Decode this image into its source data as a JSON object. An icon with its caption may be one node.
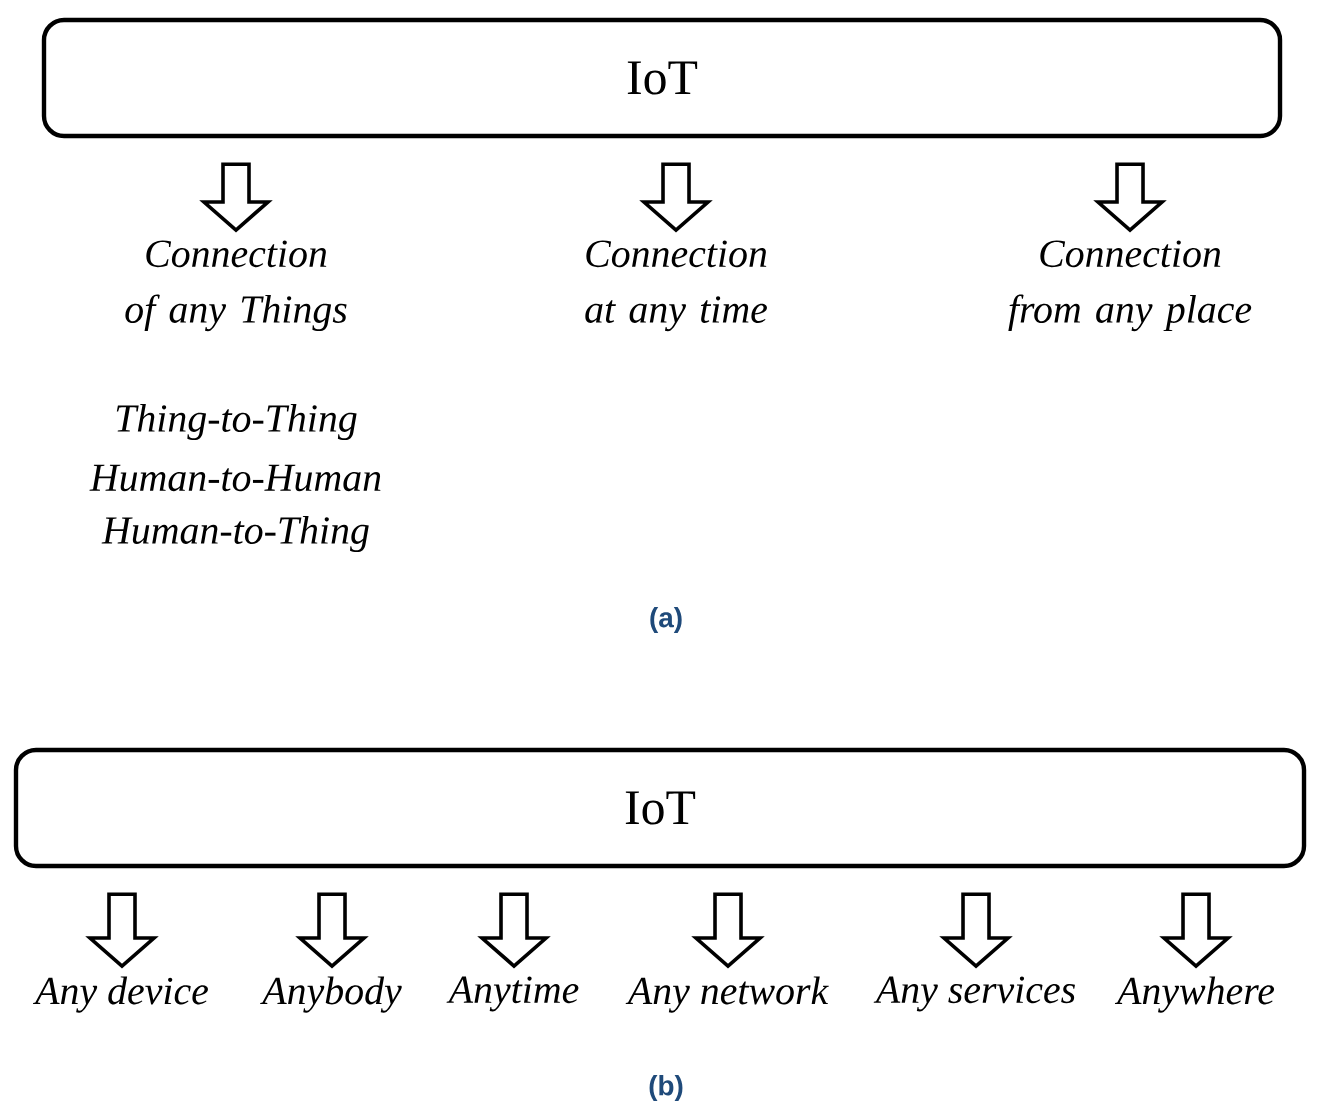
{
  "diagram": {
    "nodes": [
      {
        "text": [
          "IoT"
        ]
      },
      {
        "text": [
          "Connection of any Things"
        ]
      },
      {
        "text": [
          "Connection at any time"
        ]
      },
      {
        "text": [
          "Connection from any place"
        ]
      },
      {
        "text": [
          "IoT"
        ]
      },
      {
        "text": [
          "Any device"
        ]
      },
      {
        "text": [
          "Anybody"
        ]
      },
      {
        "text": [
          "Anytime"
        ]
      },
      {
        "text": [
          "Any network"
        ]
      },
      {
        "text": [
          "Any services"
        ]
      },
      {
        "text": [
          "Anywhere"
        ]
      }
    ],
    "edges": [
      {
        "from": 0,
        "to": 1,
        "arrow": "to"
      },
      {
        "from": 0,
        "to": 2,
        "arrow": "to"
      },
      {
        "from": 0,
        "to": 3,
        "arrow": "to"
      },
      {
        "from": 4,
        "to": 5,
        "arrow": "to"
      },
      {
        "from": 4,
        "to": 6,
        "arrow": "to"
      },
      {
        "from": 4,
        "to": 7,
        "arrow": "to"
      },
      {
        "from": 4,
        "to": 8,
        "arrow": "to"
      },
      {
        "from": 4,
        "to": 9,
        "arrow": "to"
      },
      {
        "from": 4,
        "to": 10,
        "arrow": "to"
      }
    ],
    "labels": [
      "Thing-to-Thing",
      "Human-to-Human",
      "Human-to-Thing",
      "(a)",
      "(b)"
    ]
  }
}
